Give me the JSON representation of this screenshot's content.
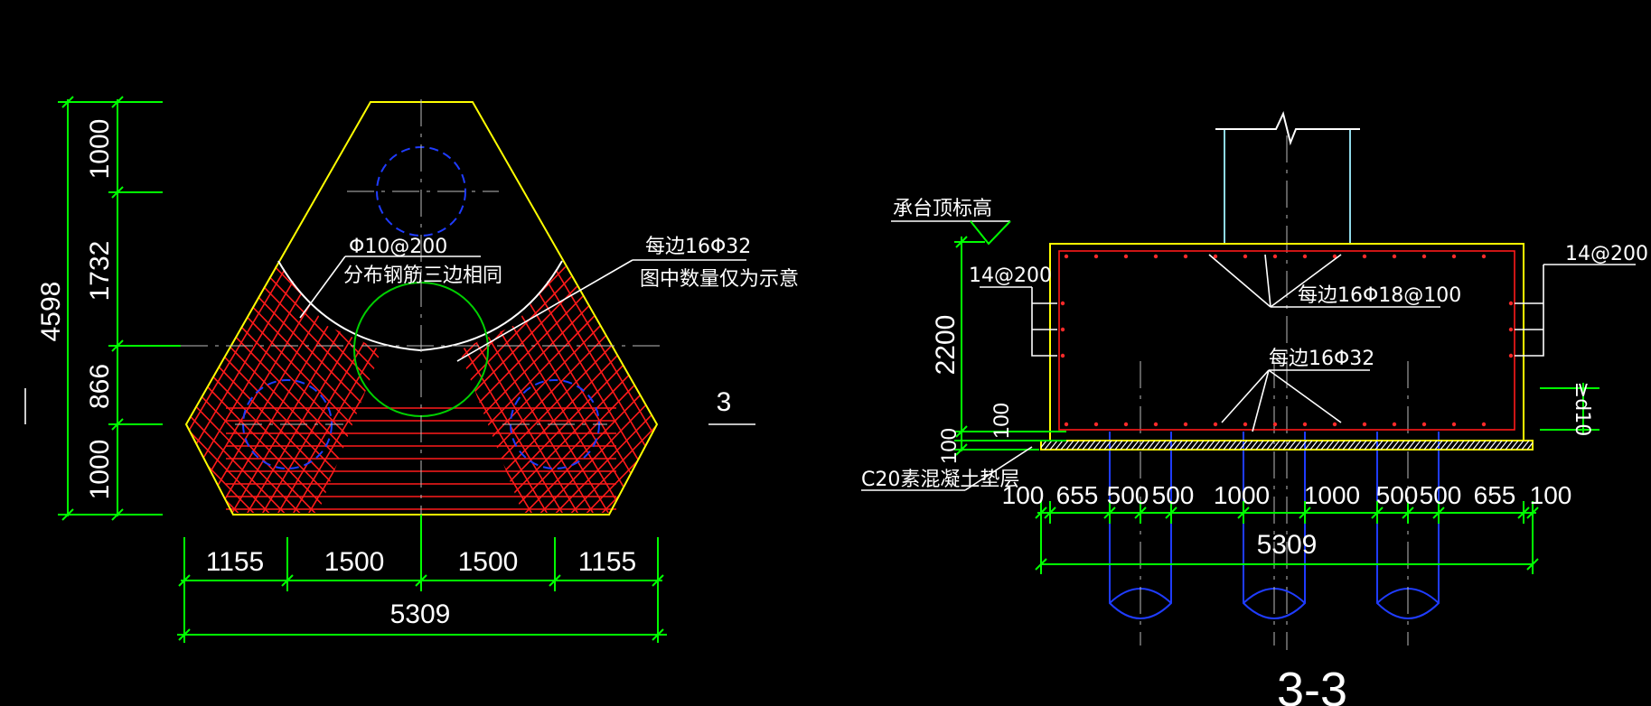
{
  "plan": {
    "dims_vertical": [
      "1000",
      "1732",
      "866",
      "1000"
    ],
    "dim_total_vertical": "4598",
    "dims_horizontal": [
      "1155",
      "1500",
      "1500",
      "1155"
    ],
    "dim_total_horizontal": "5309",
    "note_distribution": [
      "Φ10@200",
      "分布钢筋三边相同"
    ],
    "note_main_bars": [
      "每边16Φ32",
      "图中数量仅为示意"
    ],
    "section_mark": "3"
  },
  "section": {
    "elevation_label": "承台顶标高",
    "left_rebar": "14@200",
    "right_rebar": "14@200",
    "top_bars": "每边16Φ18@100",
    "bottom_bars": "每边16Φ32",
    "dim_height": "2200",
    "dim_cover": "100",
    "dim_cushion": "100",
    "cover_label": "≥d10",
    "cushion_label": "C20素混凝土垫层",
    "dims_horizontal": [
      "100",
      "655",
      "500",
      "500",
      "1000",
      "1000",
      "500",
      "500",
      "655",
      "100"
    ],
    "dim_total": "5309",
    "title": "3-3"
  },
  "colors": {
    "dimension": "#00ff00",
    "outline": "#ffff00",
    "rebar": "#ff1a1a",
    "pile": "#1f3cff",
    "column": "#8fd9e8"
  }
}
